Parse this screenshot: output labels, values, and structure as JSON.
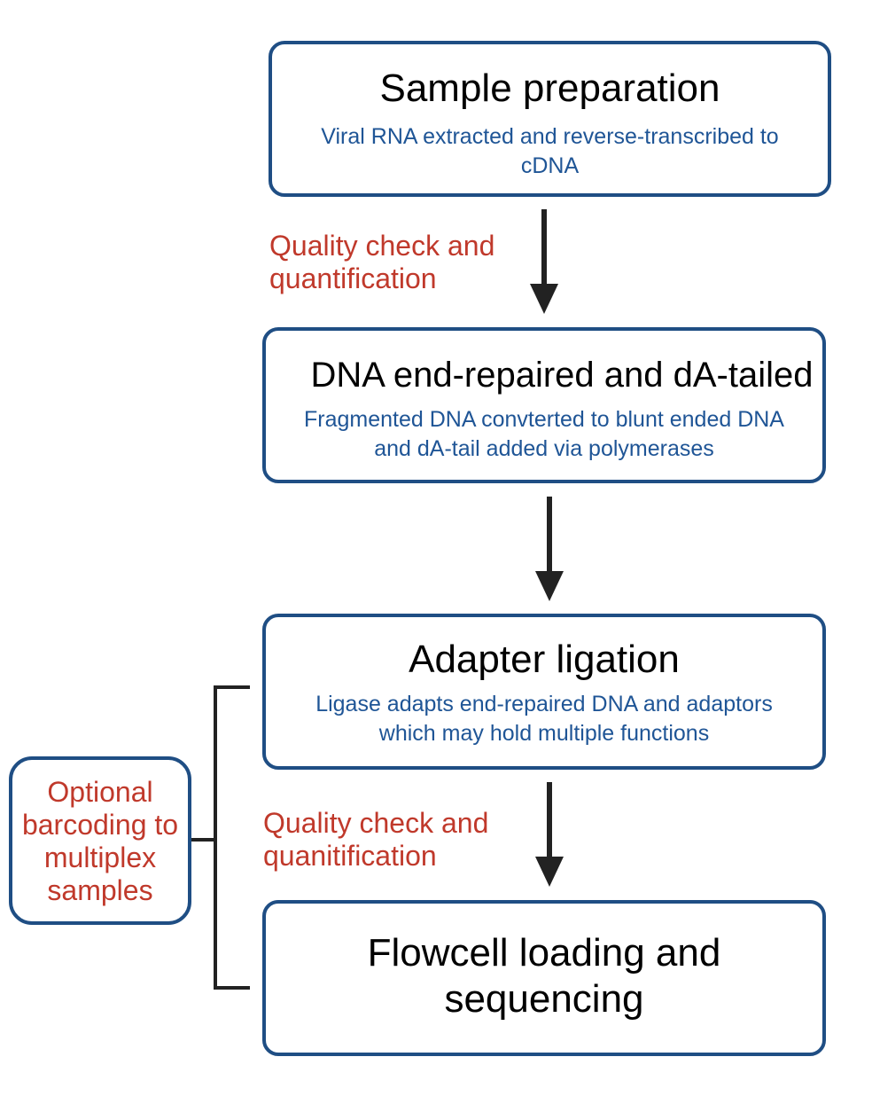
{
  "steps": [
    {
      "title": "Sample preparation",
      "description": "Viral RNA extracted and reverse-transcribed to cDNA"
    },
    {
      "title": "DNA end-repaired and dA-tailed",
      "description": "Fragmented DNA convterted to blunt ended DNA and dA-tail added via polymerases"
    },
    {
      "title": "Adapter ligation",
      "description": "Ligase adapts end-repaired DNA and adaptors which may hold multiple functions"
    },
    {
      "title": "Flowcell loading and sequencing",
      "description": ""
    }
  ],
  "notes": {
    "qc1": "Quality check and quantification",
    "qc2": "Quality check and quanitification"
  },
  "side_note": "Optional barcoding to multiplex samples",
  "colors": {
    "box_border": "#1f4e84",
    "description": "#1f5596",
    "note": "#c0392b",
    "arrow": "#222222"
  }
}
